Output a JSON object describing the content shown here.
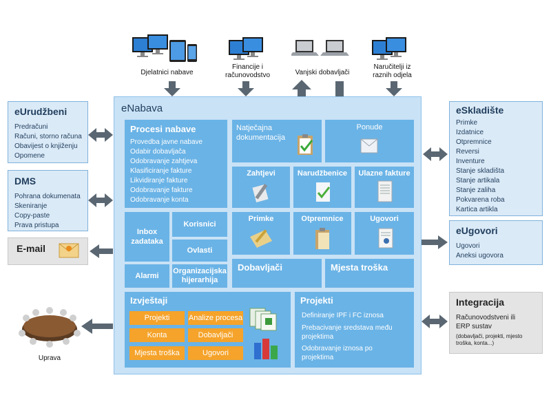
{
  "devices": [
    {
      "label": "Djelatnici nabave",
      "icon": "monitor-tablet-phone-icon"
    },
    {
      "label": "Financije i računovodstvo",
      "icon": "monitor-icon"
    },
    {
      "label": "Vanjski dobavljači",
      "icon": "laptop-icon"
    },
    {
      "label": "Naručitelji iz raznih odjela",
      "icon": "monitor-icon"
    }
  ],
  "enabava": {
    "title": "eNabava",
    "procesi": {
      "title": "Procesi nabave",
      "items": [
        "Provedba javne nabave",
        "Odabir dobavljača",
        "Odobravanje zahtjeva",
        "Klasificiranje fakture",
        "Likvidiranje fakture",
        "Odobravanje fakture",
        "Odobravanje konta"
      ]
    },
    "natjecajna": "Natječajna dokumentacija",
    "ponude": "Ponude",
    "zahtjevi": "Zahtjevi",
    "narudzbenice": "Narudžbenice",
    "ulazne_fakture": "Ulazne fakture",
    "primke": "Primke",
    "otpremnice": "Otpremnice",
    "ugovori": "Ugovori",
    "inbox": "Inbox zadataka",
    "korisnici": "Korisnici",
    "ovlasti": "Ovlasti",
    "alarmi": "Alarmi",
    "org_hijerarhija": "Organizacijska hijerarhija",
    "dobavljaci": "Dobavljači",
    "mjesta_troska": "Mjesta troška",
    "izvjestaji": {
      "title": "Izvještaji",
      "buttons": [
        "Projekti",
        "Analize procesa",
        "Konta",
        "Dobavljači",
        "Mjesta troška",
        "Ugovori"
      ]
    },
    "projekti": {
      "title": "Projekti",
      "items": [
        "Definiranje IPF i FC iznosa",
        "Prebacivanje sredstava među projektima",
        "Odobravanje iznosa po projektima"
      ]
    }
  },
  "left": {
    "eurudzbeni": {
      "title": "eUrudžbeni",
      "items": [
        "Predračuni",
        "Računi, storno računa",
        "Obavijest o knjiženju",
        "Opomene"
      ]
    },
    "dms": {
      "title": "DMS",
      "items": [
        "Pohrana dokumenata",
        "Skeniranje",
        "Copy-paste",
        "Prava pristupa"
      ]
    },
    "email": {
      "title": "E-mail"
    },
    "uprava": "Uprava"
  },
  "right": {
    "eskladiste": {
      "title": "eSkladište",
      "items": [
        "Primke",
        "Izdatnice",
        "Otpremnice",
        "Reversi",
        "Inventure",
        "Stanje skladišta",
        "Stanje artikala",
        "Stanje zaliha",
        "Pokvarena roba",
        "Kartica artikla"
      ]
    },
    "eugovori": {
      "title": "eUgovori",
      "items": [
        "Ugovori",
        "Aneksi ugovora"
      ]
    },
    "integracija": {
      "title": "Integracija",
      "line1": "Računovodstveni ili",
      "line2": "ERP sustav",
      "note": "(dobavljači, projekti, mjesto troška, konta...)"
    }
  },
  "colors": {
    "tile": "#6ab3e6",
    "frame": "#c9e2f6",
    "orange": "#f5a32a",
    "side_bg": "#dbeaf7",
    "arrow": "#5a6772"
  }
}
